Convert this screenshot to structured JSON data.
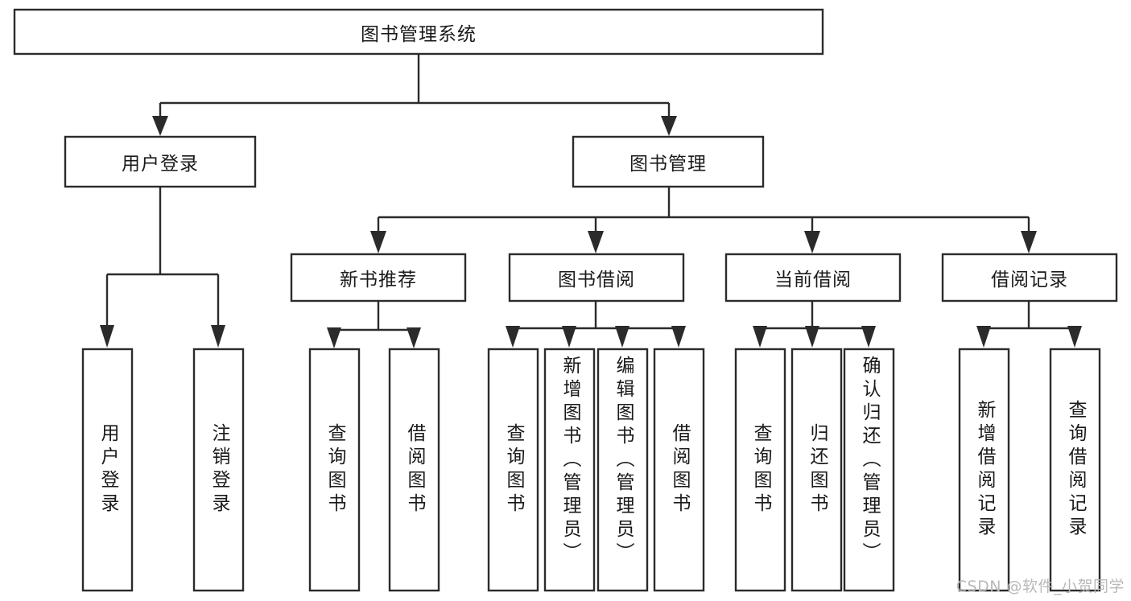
{
  "diagram": {
    "type": "tree",
    "title_node": "图书管理系统",
    "watermark": "CSDN @软件_小贺同学",
    "colors": {
      "stroke": "#2b2b2b",
      "node_fill": "#ffffff",
      "text": "#1a1a1a",
      "background": "#ffffff",
      "watermark": "#b9b9b9"
    },
    "nodes": {
      "root": {
        "label": "图书管理系统",
        "orientation": "horizontal"
      },
      "level2": [
        {
          "id": "user-login",
          "label": "用户登录",
          "orientation": "horizontal"
        },
        {
          "id": "book-management",
          "label": "图书管理",
          "orientation": "horizontal"
        }
      ],
      "level3": [
        {
          "id": "new-book-recommend",
          "label": "新书推荐",
          "orientation": "horizontal"
        },
        {
          "id": "book-borrow",
          "label": "图书借阅",
          "orientation": "horizontal"
        },
        {
          "id": "current-borrow",
          "label": "当前借阅",
          "orientation": "horizontal"
        },
        {
          "id": "borrow-record",
          "label": "借阅记录",
          "orientation": "horizontal"
        }
      ],
      "leaves": [
        {
          "id": "leaf-user-login",
          "label": "用户登录",
          "orientation": "vertical",
          "parent": "user-login"
        },
        {
          "id": "leaf-logout",
          "label": "注销登录",
          "orientation": "vertical",
          "parent": "user-login"
        },
        {
          "id": "leaf-query-book-1",
          "label": "查询图书",
          "orientation": "vertical",
          "parent": "new-book-recommend"
        },
        {
          "id": "leaf-borrow-book-1",
          "label": "借阅图书",
          "orientation": "vertical",
          "parent": "new-book-recommend"
        },
        {
          "id": "leaf-query-book-2",
          "label": "查询图书",
          "orientation": "vertical",
          "parent": "book-borrow"
        },
        {
          "id": "leaf-add-book",
          "label": "新增图书（管理员）",
          "orientation": "vertical",
          "parent": "book-borrow"
        },
        {
          "id": "leaf-edit-book",
          "label": "编辑图书（管理员）",
          "orientation": "vertical",
          "parent": "book-borrow"
        },
        {
          "id": "leaf-borrow-book-2",
          "label": "借阅图书",
          "orientation": "vertical",
          "parent": "book-borrow"
        },
        {
          "id": "leaf-query-book-3",
          "label": "查询图书",
          "orientation": "vertical",
          "parent": "current-borrow"
        },
        {
          "id": "leaf-return-book",
          "label": "归还图书",
          "orientation": "vertical",
          "parent": "current-borrow"
        },
        {
          "id": "leaf-confirm-return",
          "label": "确认归还（管理员）",
          "orientation": "vertical",
          "parent": "current-borrow"
        },
        {
          "id": "leaf-add-record",
          "label": "新增借阅记录",
          "orientation": "vertical",
          "parent": "borrow-record"
        },
        {
          "id": "leaf-query-record",
          "label": "查询借阅记录",
          "orientation": "vertical",
          "parent": "borrow-record"
        }
      ]
    }
  }
}
